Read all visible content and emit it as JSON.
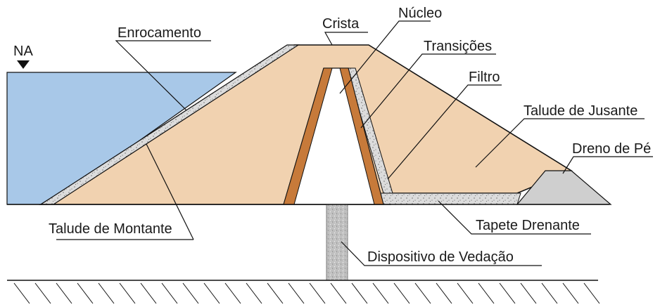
{
  "diagram": {
    "water_level_label": "NA",
    "labels": {
      "crista": "Crista",
      "nucleo": "Núcleo",
      "enrocamento": "Enrocamento",
      "transicoes": "Transições",
      "filtro": "Filtro",
      "talude_jusante": "Talude de Jusante",
      "dreno_pe": "Dreno de Pé",
      "talude_montante": "Talude de Montante",
      "tapete_drenante": "Tapete Drenante",
      "dispositivo_vedacao": "Dispositivo de Vedação"
    },
    "colors": {
      "water": "#a8c8e8",
      "embankment": "#f1d2b0",
      "core": "#ffffff",
      "transition": "#c77a3a",
      "riprap": "#d6d6d6",
      "toe_drain": "#cfcfcf",
      "cutoff": "#bdbdbd",
      "outline": "#111111"
    }
  }
}
